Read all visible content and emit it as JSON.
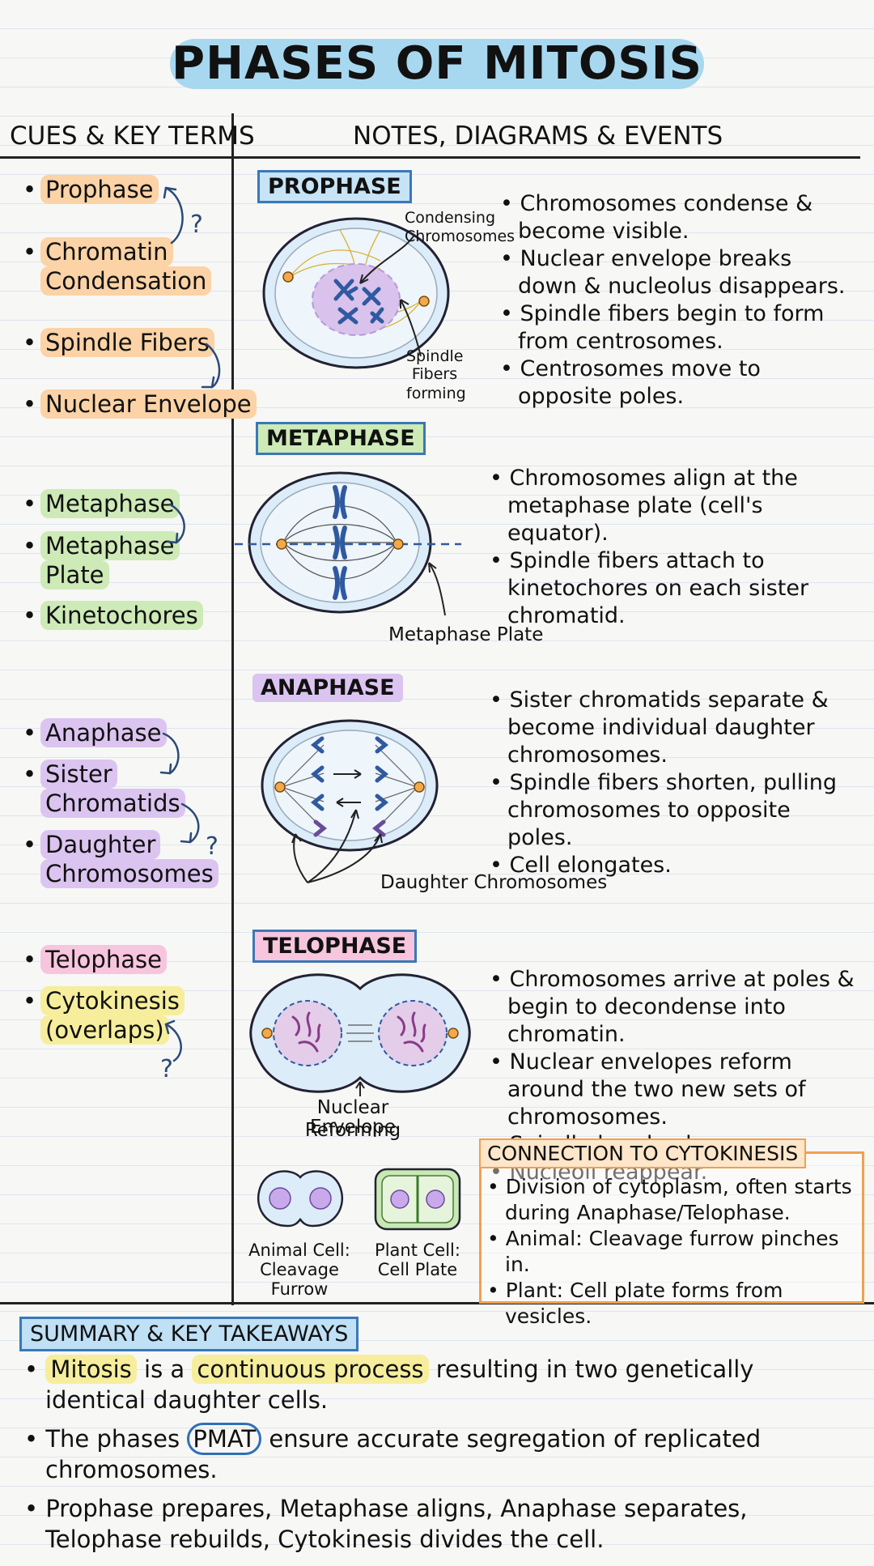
{
  "title": "PHASES OF MITOSIS",
  "headers": {
    "cues": "CUES & KEY TERMS",
    "notes": "NOTES, DIAGRAMS & EVENTS"
  },
  "cues": {
    "prophase": [
      "Prophase",
      "Chromatin",
      "Condensation",
      "Spindle Fibers",
      "Nuclear Envelope"
    ],
    "metaphase": [
      "Metaphase",
      "Metaphase",
      "Plate",
      "Kinetochores"
    ],
    "anaphase": [
      "Anaphase",
      "Sister",
      "Chromatids",
      "Daughter",
      "Chromosomes"
    ],
    "telophase": [
      "Telophase",
      "Cytokinesis",
      "(overlaps)"
    ],
    "question": "?"
  },
  "prophase": {
    "label": "PROPHASE",
    "notes": [
      "• Chromosomes condense & become visible.",
      "• Nuclear envelope breaks down & nucleolus disappears.",
      "• Spindle fibers begin to form from centrosomes.",
      "• Centrosomes move to opposite poles."
    ],
    "annot_condensing": [
      "Condensing",
      "Chromosomes"
    ],
    "annot_spindle": [
      "Spindle",
      "Fibers",
      "forming"
    ]
  },
  "metaphase": {
    "label": "METAPHASE",
    "notes": [
      "• Chromosomes align at the metaphase plate (cell's equator).",
      "• Spindle fibers attach to kinetochores on each sister chromatid."
    ],
    "annot_plate": "Metaphase Plate"
  },
  "anaphase": {
    "label": "ANAPHASE",
    "notes": [
      "• Sister chromatids separate & become individual daughter chromosomes.",
      "• Spindle fibers shorten, pulling chromosomes to opposite poles.",
      "• Cell elongates."
    ],
    "annot_daughter": "Daughter Chromosomes"
  },
  "telophase": {
    "label": "TELOPHASE",
    "notes": [
      "• Chromosomes arrive at poles & begin to decondense into chromatin.",
      "• Nuclear envelopes reform around the two new sets of chromosomes.",
      "• Spindle breaks down.",
      "• Nucleoli reappear."
    ],
    "annot_nuclear": [
      "Nuclear Envelope",
      "Reforming"
    ],
    "animal": [
      "Animal Cell:",
      "Cleavage",
      "Furrow"
    ],
    "plant": [
      "Plant Cell:",
      "Cell Plate"
    ]
  },
  "cytokinesis": {
    "title": "CONNECTION TO CYTOKINESIS",
    "notes": [
      "• Division of cytoplasm, often starts during Anaphase/Telophase.",
      "• Animal: Cleavage furrow pinches in.",
      "• Plant: Cell plate forms from vesicles."
    ]
  },
  "summary": {
    "title": "SUMMARY & KEY TAKEAWAYS",
    "line1": [
      "Mitosis",
      " is a ",
      "continuous process",
      " resulting in two genetically identical daughter cells."
    ],
    "line2": [
      "The phases ",
      "PMAT",
      " ensure accurate segregation of replicated chromosomes."
    ],
    "line3": "Prophase prepares, Metaphase aligns, Anaphase separates, Telophase rebuilds, Cytokinesis divides the cell."
  }
}
